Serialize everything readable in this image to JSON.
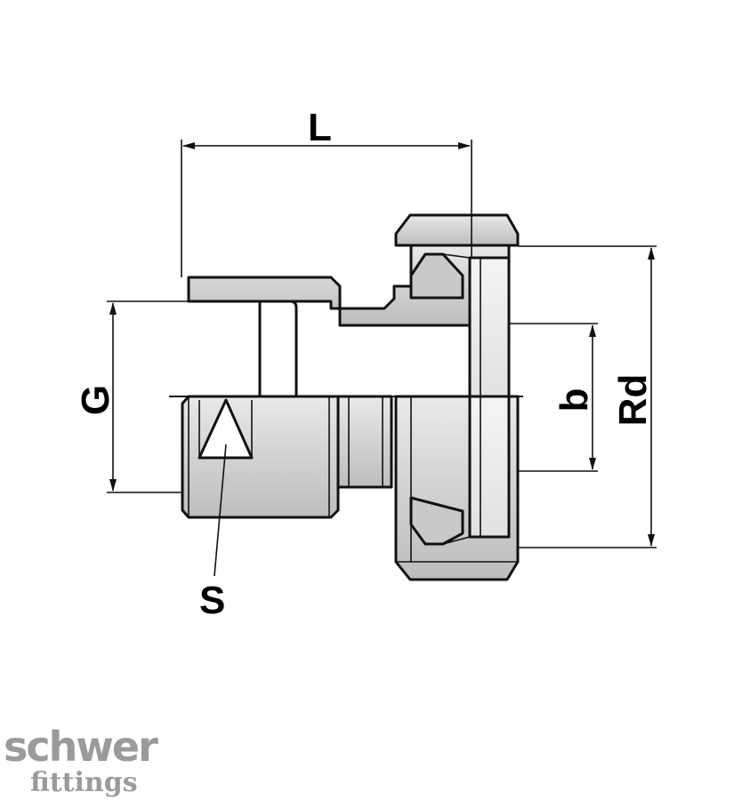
{
  "labels": {
    "L": "L",
    "G": "G",
    "b": "b",
    "Rd": "Rd",
    "S": "S"
  },
  "logo": {
    "main": "schwer",
    "sub": "fittings"
  },
  "colors": {
    "body_fill": "#d6d6d6",
    "bore_fill": "#ececec",
    "line": "#111111",
    "logo": "#9a9a9a"
  }
}
